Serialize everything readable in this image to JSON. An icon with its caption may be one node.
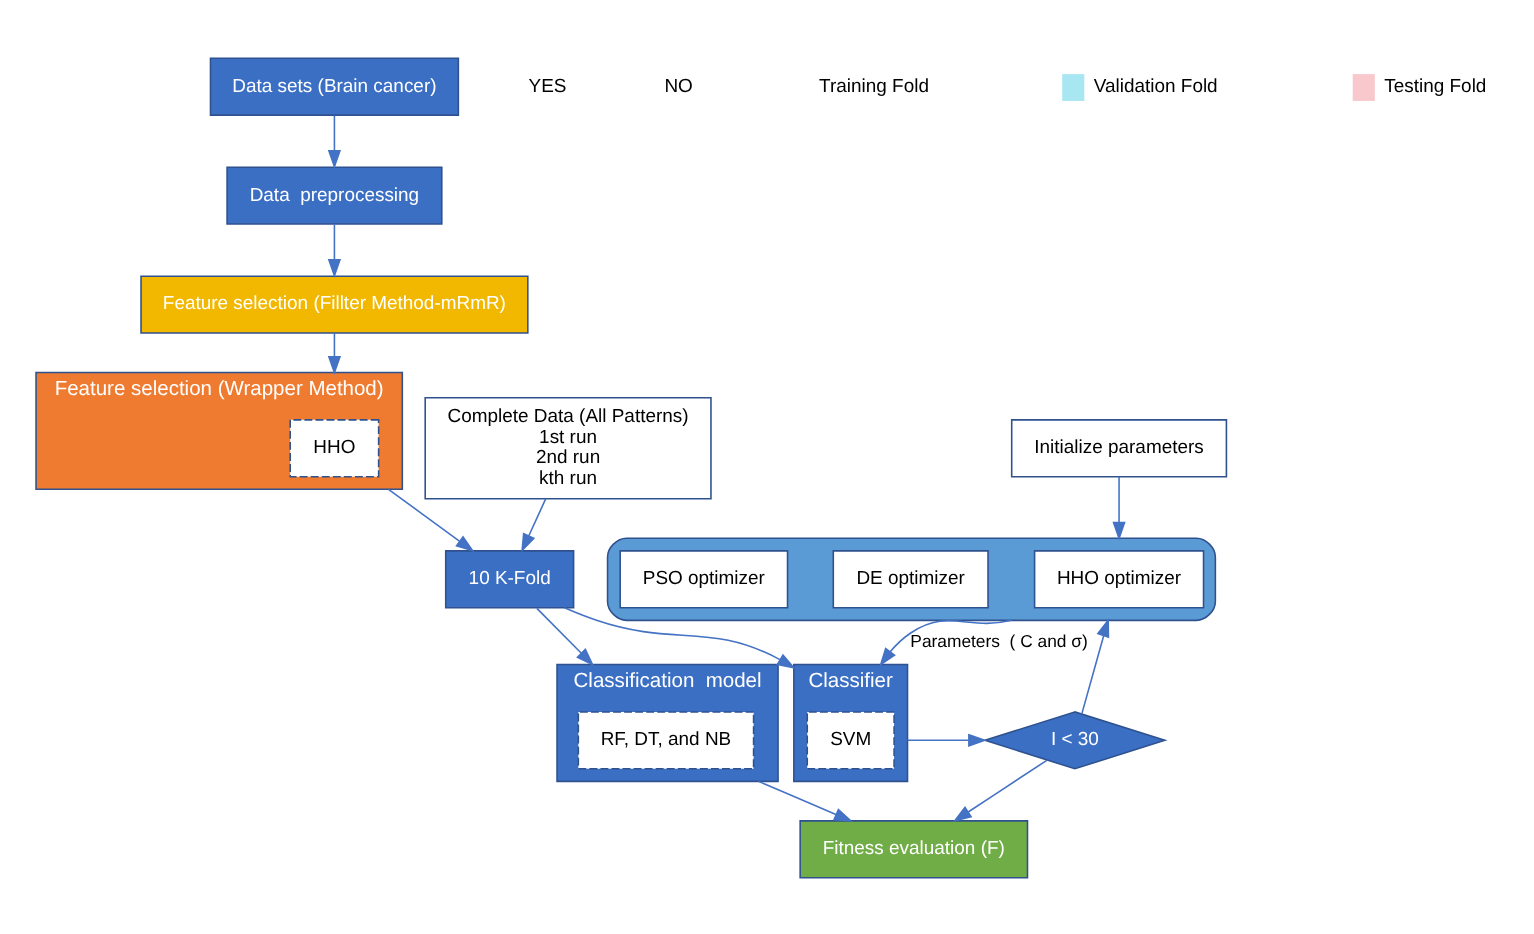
{
  "diagram": {
    "nodes": [
      {
        "text": [
          "Data sets (Brain cancer)"
        ]
      },
      {
        "text": [
          "Data  preprocessing"
        ]
      },
      {
        "text": [
          "Feature selection (Fillter Method-mRmR)"
        ]
      },
      {
        "text": [
          "Feature selection (Wrapper Method)"
        ]
      },
      {
        "text": [
          "HHO"
        ],
        "in": 3
      },
      {
        "text": [
          "Complete Data (All Patterns)",
          "1st run",
          "2nd run",
          "kth run"
        ]
      },
      {
        "text": [
          "10 K-Fold"
        ]
      },
      {
        "text": [
          "Initialize parameters"
        ]
      },
      {
        "text": [],
        "shape": "box"
      },
      {
        "text": [
          "HHO optimizer"
        ],
        "in": 8
      },
      {
        "text": [
          "DE optimizer"
        ],
        "in": 8
      },
      {
        "text": [
          "PSO optimizer"
        ],
        "in": 8
      },
      {
        "text": [
          "Classifier"
        ]
      },
      {
        "text": [
          "SVM"
        ],
        "in": 12
      },
      {
        "text": [
          "Classification  model"
        ]
      },
      {
        "text": [
          "RF, DT, and NB"
        ],
        "in": 14
      },
      {
        "text": [
          "I < 30"
        ]
      },
      {
        "text": [
          "Fitness evaluation (F)"
        ]
      }
    ],
    "edges": [
      {
        "from": 0,
        "to": 1,
        "arrow": "to"
      },
      {
        "from": 1,
        "to": 2,
        "arrow": "to"
      },
      {
        "from": 2,
        "to": 3,
        "arrow": "to"
      },
      {
        "from": 3,
        "to": 6,
        "arrow": "to"
      },
      {
        "from": 5,
        "to": 6,
        "arrow": "to"
      },
      {
        "from": 6,
        "to": 12,
        "arrow": "to"
      },
      {
        "from": 6,
        "to": 14,
        "arrow": "to"
      },
      {
        "from": 7,
        "to": 8,
        "arrow": "to"
      },
      {
        "from": 8,
        "to": 12,
        "arrow": "to",
        "label": "Parameters  ( C and σ)"
      },
      {
        "from": 12,
        "to": 16,
        "arrow": "to"
      },
      {
        "from": 16,
        "to": 8,
        "arrow": "to"
      },
      {
        "from": 16,
        "to": 17,
        "arrow": "to"
      },
      {
        "from": 14,
        "to": 17,
        "arrow": "to"
      }
    ],
    "labels": [
      "YES",
      "NO"
    ],
    "legend": [
      {
        "text": "Training Fold",
        "color": "#ffffff"
      },
      {
        "text": "Validation Fold",
        "color": "#a8e6f2"
      },
      {
        "text": "Testing Fold",
        "color": "#f8c8cc"
      }
    ]
  }
}
